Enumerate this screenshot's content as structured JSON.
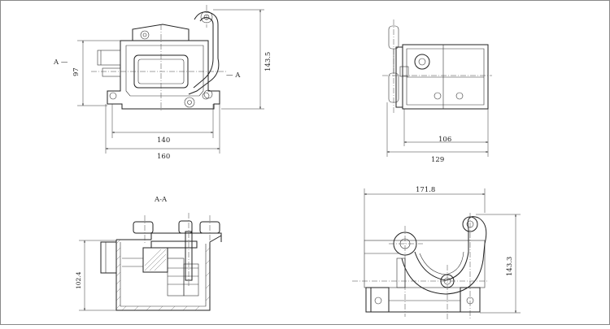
{
  "drawing": {
    "front_view": {
      "section_mark_left": "A —",
      "section_mark_right": "— A",
      "dim_height_left": "97",
      "dim_height_right": "143.5",
      "dim_width_inner": "140",
      "dim_width_outer": "160"
    },
    "side_view": {
      "dim_width_inner": "106",
      "dim_width_outer": "129"
    },
    "section_view": {
      "title": "A-A",
      "dim_height": "102.4"
    },
    "top_view": {
      "dim_width": "171.8",
      "dim_height": "143.3"
    }
  }
}
